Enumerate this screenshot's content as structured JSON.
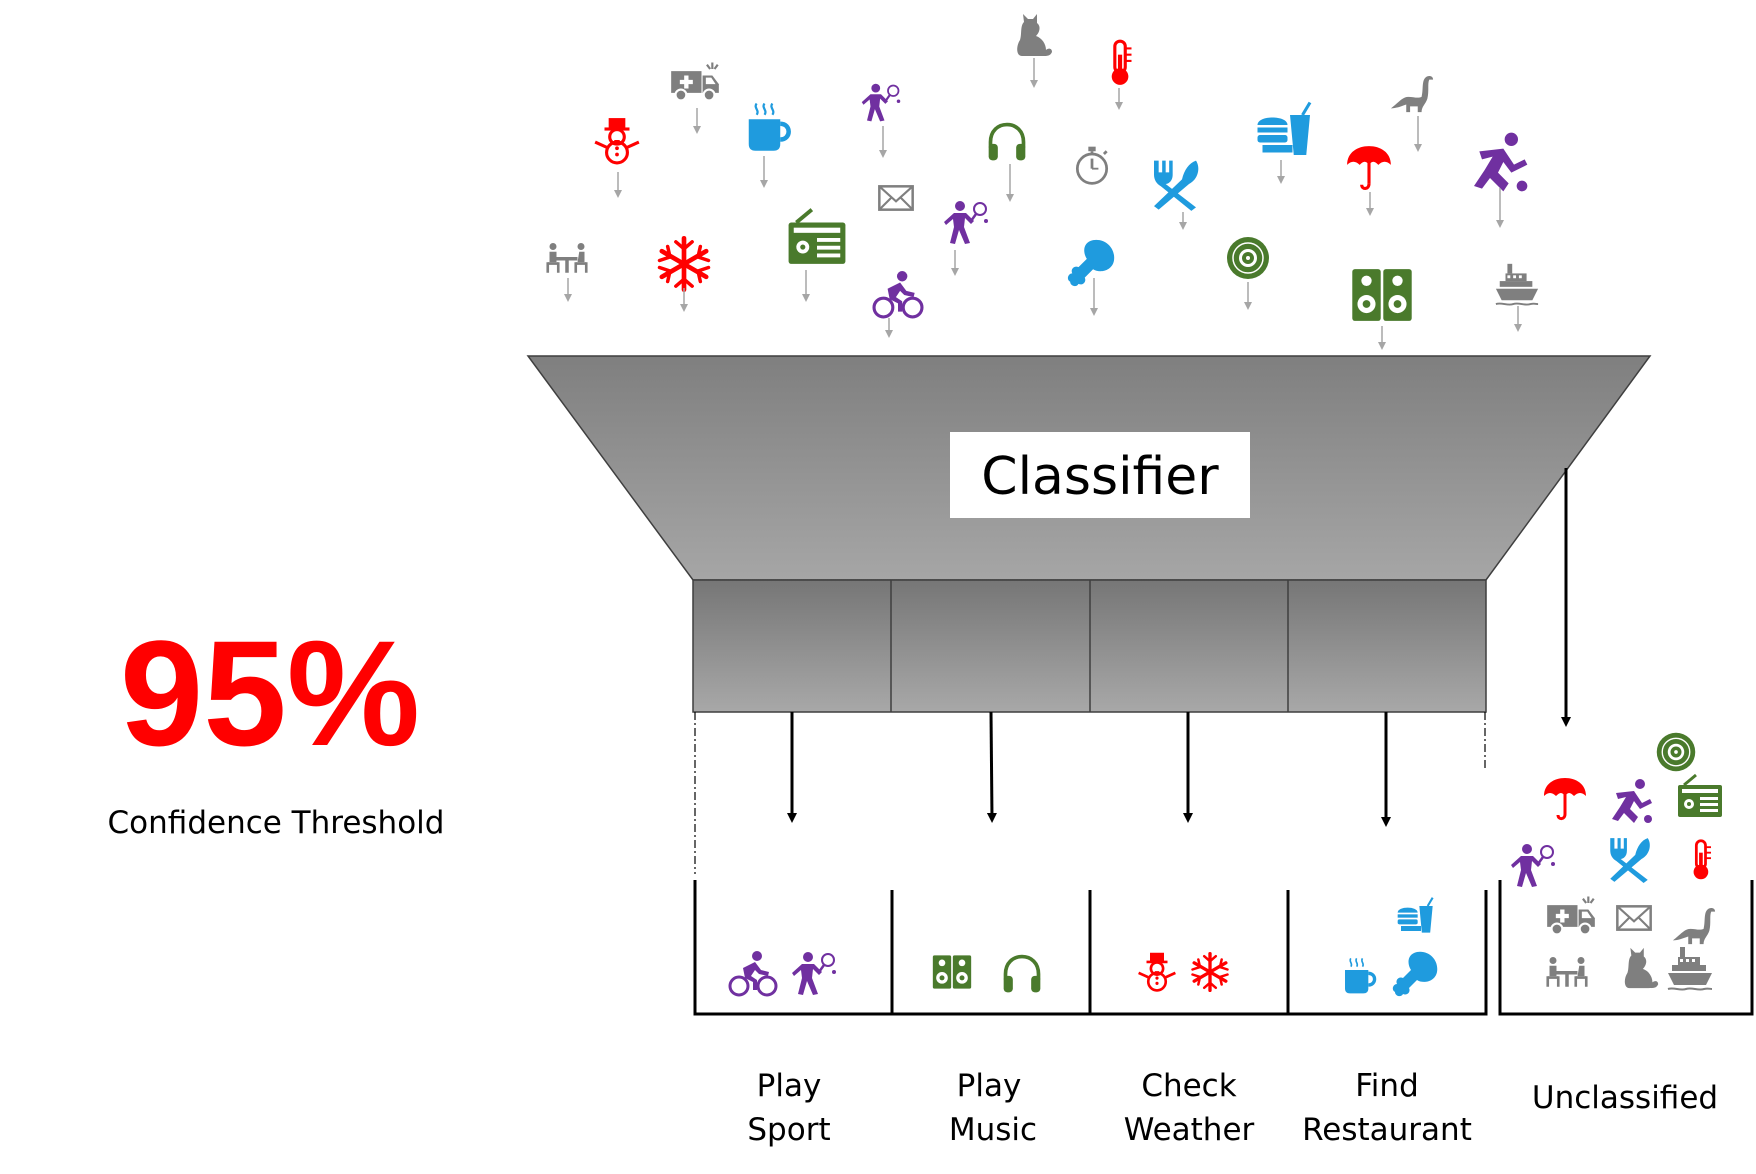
{
  "threshold": {
    "value": "95%",
    "label": "Confidence Threshold"
  },
  "classifier": {
    "label": "Classifier"
  },
  "colors": {
    "red": "#ff0000",
    "purple": "#7030a0",
    "green": "#4a7a2c",
    "blue": "#1f9bde",
    "gray": "#7f7f7f",
    "funnel_dark": "#7f7f7f",
    "funnel_light": "#a6a6a6"
  },
  "bins": [
    {
      "id": "play-sport",
      "line1": "Play",
      "line2": "Sport",
      "icons": [
        "cyclist-icon",
        "tennis-player-icon"
      ]
    },
    {
      "id": "play-music",
      "line1": "Play",
      "line2": "Music",
      "icons": [
        "speakers-icon",
        "headphones-icon"
      ]
    },
    {
      "id": "check-weather",
      "line1": "Check",
      "line2": "Weather",
      "icons": [
        "snowman-icon",
        "snowflake-icon"
      ]
    },
    {
      "id": "find-restaurant",
      "line1": "Find",
      "line2": "Restaurant",
      "icons": [
        "burger-drink-icon",
        "coffee-cup-icon",
        "drumstick-icon"
      ]
    }
  ],
  "unclassified": {
    "label": "Unclassified",
    "icons": [
      "vinyl-record-icon",
      "umbrella-icon",
      "runner-icon",
      "radio-icon",
      "tennis-player-icon",
      "fork-knife-icon",
      "thermometer-icon",
      "ambulance-icon",
      "envelope-icon",
      "dinosaur-icon",
      "meeting-icon",
      "cat-icon",
      "ship-icon"
    ]
  },
  "incoming_icons": [
    "cat-icon",
    "thermometer-icon",
    "ambulance-icon",
    "tennis-player-icon",
    "dinosaur-icon",
    "snowman-icon",
    "coffee-cup-icon",
    "headphones-icon",
    "stopwatch-icon",
    "burger-drink-icon",
    "umbrella-icon",
    "runner-icon",
    "envelope-icon",
    "fork-knife-icon",
    "meeting-icon",
    "snowflake-icon",
    "radio-icon",
    "tennis-player-icon",
    "vinyl-record-icon",
    "drumstick-icon",
    "speakers-icon",
    "cyclist-icon",
    "ship-icon"
  ]
}
